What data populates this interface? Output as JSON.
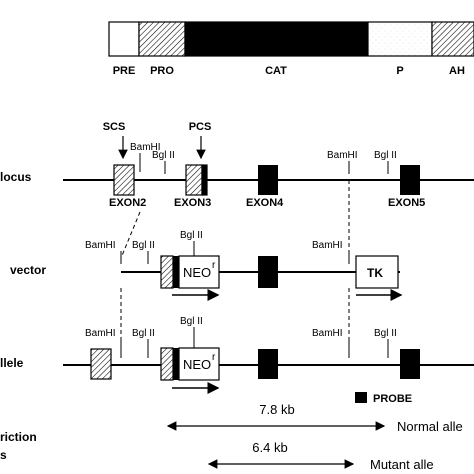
{
  "protein_bar": {
    "domains": [
      "PRE",
      "PRO",
      "CAT",
      "P",
      "AH"
    ]
  },
  "rows": {
    "locus": {
      "label": "locus"
    },
    "vector": {
      "label": "vector"
    },
    "allele": {
      "label": "llele"
    }
  },
  "markers": {
    "scs": "SCS",
    "pcs": "PCS"
  },
  "sites": {
    "bamhi": "BamHI",
    "bglii": "Bgl II"
  },
  "exons": {
    "e2": "EXON2",
    "e3": "EXON3",
    "e4": "EXON4",
    "e5": "EXON5"
  },
  "cassettes": {
    "neo": "NEO",
    "neo_sup": "r",
    "tk": "TK"
  },
  "legend": {
    "probe": "PROBE"
  },
  "restriction": {
    "label_line1": "riction",
    "label_line2": "s",
    "normal_size": "7.8 kb",
    "normal_label": "Normal alle",
    "mutant_size": "6.4 kb",
    "mutant_label": "Mutant alle"
  }
}
